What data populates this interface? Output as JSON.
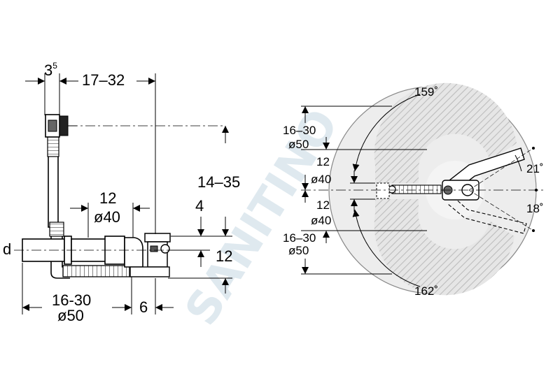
{
  "watermark": "SANITINO",
  "left_view": {
    "dim_3_5_base": "3",
    "dim_3_5_sup": "5",
    "dim_17_32": "17–32",
    "dim_14_35": "14–35",
    "dim_12_top": "12",
    "dim_o40": "ø40",
    "dim_4": "4",
    "dim_12_right": "12",
    "dim_d": "d",
    "dim_16_30": "16-30",
    "dim_o50": "ø50",
    "dim_6": "6"
  },
  "right_view": {
    "angle_159": "159˚",
    "angle_162": "162˚",
    "angle_21": "21˚",
    "angle_18": "18˚",
    "dim_16_30_top": "16–30",
    "dim_o50_top": "ø50",
    "dim_12_a": "12",
    "dim_o40_a": "ø40",
    "dim_12_b": "12",
    "dim_o40_b": "ø40",
    "dim_16_30_bottom": "16–30",
    "dim_o50_bottom": "ø50"
  }
}
